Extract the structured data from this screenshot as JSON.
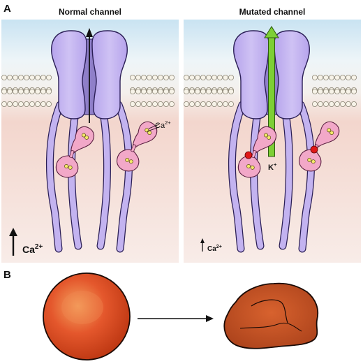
{
  "panel_a": {
    "letter": "A",
    "left_title": "Normal channel",
    "right_title": "Mutated channel",
    "ion_ca": "Ca",
    "ion_ca_charge": "2+",
    "ion_k": "K",
    "ion_k_charge": "+"
  },
  "panel_b": {
    "letter": "B"
  },
  "colors": {
    "membrane_head": "#f7f3e8",
    "channel": "#c3b3f0",
    "channel_outline": "#2a1e55",
    "calmodulin": "#f2a8c8",
    "mutation_dot": "#e01818",
    "k_arrow": "#7dcf35",
    "rbc": "#d8431f"
  }
}
